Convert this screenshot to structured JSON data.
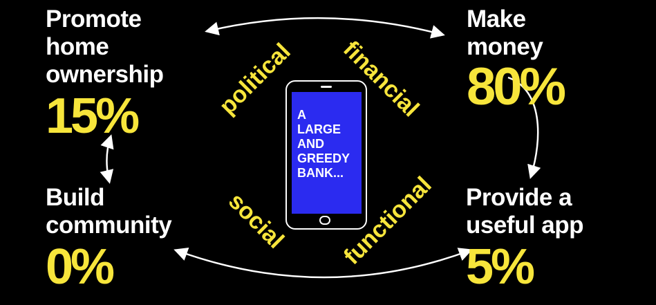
{
  "quadrants": {
    "top_left": {
      "label": "Promote\nhome\nownership",
      "percent": "15%"
    },
    "top_right": {
      "label": "Make\nmoney",
      "percent": "80%"
    },
    "bottom_left": {
      "label": "Build\ncommunity",
      "percent": "0%"
    },
    "bottom_right": {
      "label": "Provide a\nuseful app",
      "percent": "5%"
    }
  },
  "dimensions": {
    "political": "political",
    "financial": "financial",
    "social": "social",
    "functional": "functional"
  },
  "phone": {
    "screen_text": "A\nLARGE\nAND\nGREEDY\nBANK..."
  },
  "colors": {
    "background": "#000000",
    "accent_yellow": "#f7e53b",
    "screen_blue": "#2b2bf0",
    "text_white": "#ffffff"
  }
}
